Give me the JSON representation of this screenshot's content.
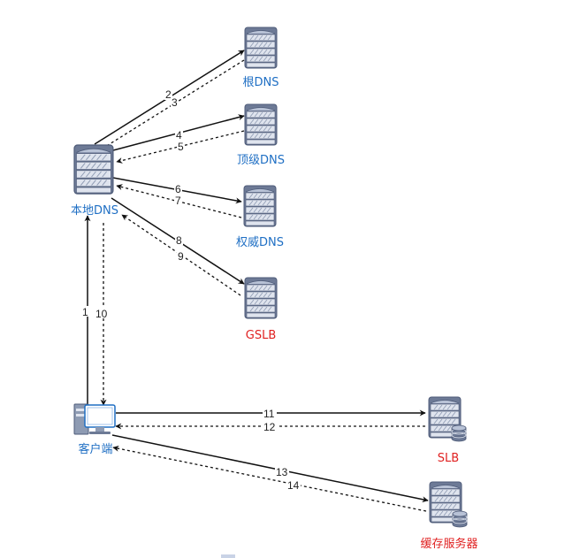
{
  "nodes": {
    "local_dns": {
      "label": "本地DNS"
    },
    "root_dns": {
      "label": "根DNS"
    },
    "tld_dns": {
      "label": "顶级DNS"
    },
    "auth_dns": {
      "label": "权威DNS"
    },
    "gslb": {
      "label": "GSLB"
    },
    "client": {
      "label": "客户端"
    },
    "slb": {
      "label": "SLB"
    },
    "cache_server": {
      "label": "缓存服务器"
    }
  },
  "edges": [
    {
      "id": "e1",
      "label": "1",
      "from": "client",
      "to": "local_dns",
      "style": "solid"
    },
    {
      "id": "e2",
      "label": "2",
      "from": "local_dns",
      "to": "root_dns",
      "style": "solid"
    },
    {
      "id": "e3",
      "label": "3",
      "from": "root_dns",
      "to": "local_dns",
      "style": "dashed"
    },
    {
      "id": "e4",
      "label": "4",
      "from": "local_dns",
      "to": "tld_dns",
      "style": "solid"
    },
    {
      "id": "e5",
      "label": "5",
      "from": "tld_dns",
      "to": "local_dns",
      "style": "dashed"
    },
    {
      "id": "e6",
      "label": "6",
      "from": "local_dns",
      "to": "auth_dns",
      "style": "solid"
    },
    {
      "id": "e7",
      "label": "7",
      "from": "auth_dns",
      "to": "local_dns",
      "style": "dashed"
    },
    {
      "id": "e8",
      "label": "8",
      "from": "local_dns",
      "to": "gslb",
      "style": "solid"
    },
    {
      "id": "e9",
      "label": "9",
      "from": "gslb",
      "to": "local_dns",
      "style": "dashed"
    },
    {
      "id": "e10",
      "label": "10",
      "from": "local_dns",
      "to": "client",
      "style": "dashed"
    },
    {
      "id": "e11",
      "label": "11",
      "from": "client",
      "to": "slb",
      "style": "solid"
    },
    {
      "id": "e12",
      "label": "12",
      "from": "slb",
      "to": "client",
      "style": "dashed"
    },
    {
      "id": "e13",
      "label": "13",
      "from": "client",
      "to": "cache_server",
      "style": "solid"
    },
    {
      "id": "e14",
      "label": "14",
      "from": "cache_server",
      "to": "client",
      "style": "dashed"
    }
  ],
  "colors": {
    "blue_label": "#1f6fc4",
    "red_label": "#e02020",
    "server_fill": "#8e9bb3",
    "server_stroke": "#4e5b78",
    "arrow": "#111111"
  }
}
